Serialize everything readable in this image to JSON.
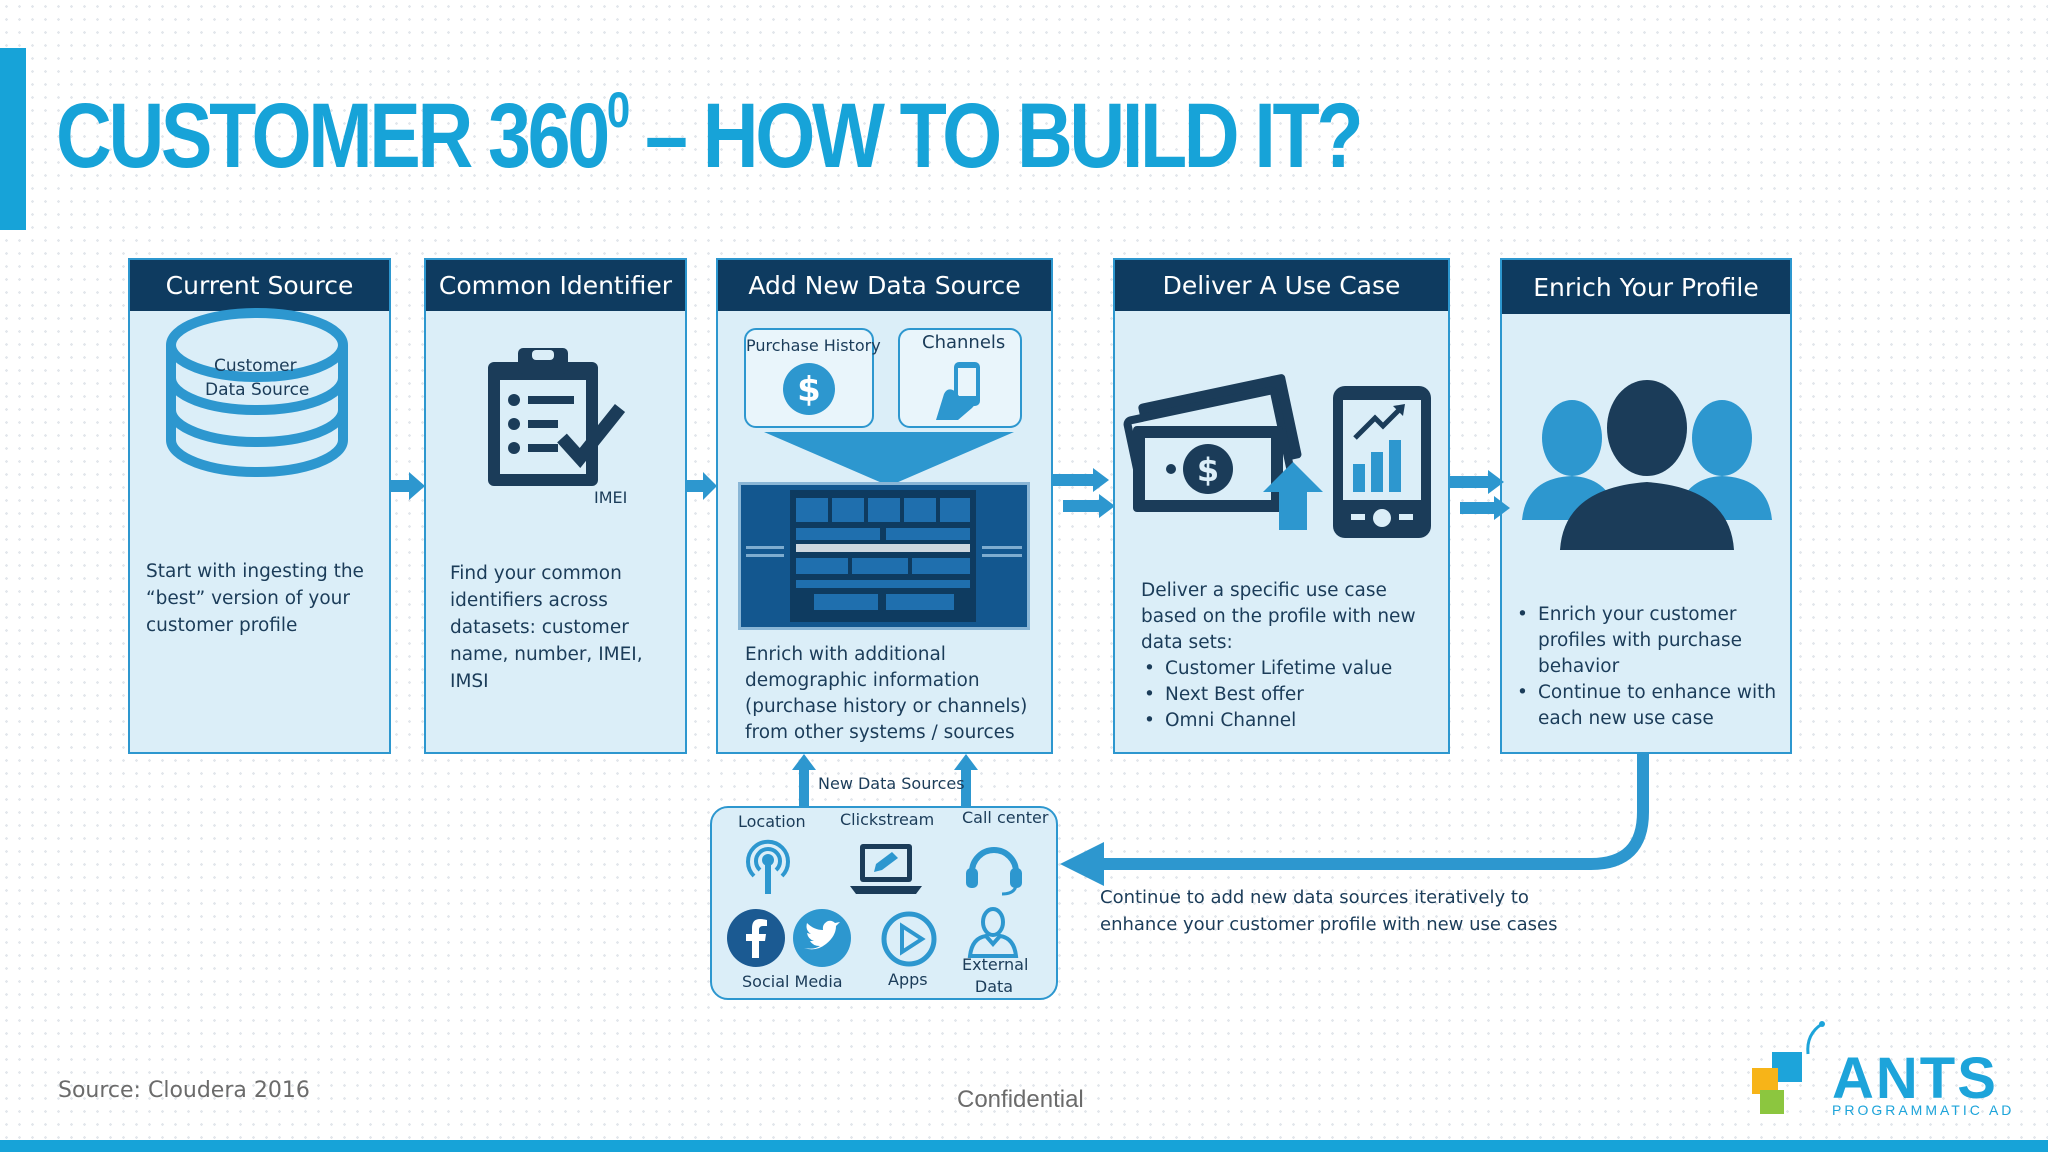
{
  "title": {
    "main": "CUSTOMER 360",
    "superscript": "0",
    "rest": " – HOW TO BUILD IT?"
  },
  "columns": [
    {
      "header": "Current Source",
      "icon_label": [
        "Customer",
        "Data Source"
      ],
      "text": "Start with ingesting the “best” version of your customer profile"
    },
    {
      "header": "Common Identifier",
      "icon_label": "IMEI",
      "text": "Find your common identifiers across datasets: customer name, number, IMEI, IMSI"
    },
    {
      "header": "Add New Data Source",
      "sub_boxes": [
        "Purchase History",
        "Channels"
      ],
      "text": "Enrich with additional demographic information (purchase history or channels) from other systems / sources"
    },
    {
      "header": "Deliver A Use Case",
      "text": "Deliver a specific use case based on the profile with new data sets:",
      "bullets": [
        "Customer Lifetime value",
        "Next Best offer",
        "Omni Channel"
      ]
    },
    {
      "header": "Enrich Your Profile",
      "bullets": [
        "Enrich your customer profiles with purchase behavior",
        "Continue to enhance with each new use case"
      ]
    }
  ],
  "new_sources": {
    "label": "New Data Sources",
    "items": [
      "Location",
      "Clickstream",
      "Call center",
      "Social Media",
      "Apps",
      "External Data"
    ]
  },
  "loop_text": "Continue to add new data sources iteratively to enhance your customer profile with new use cases",
  "footer": {
    "source": "Source: Cloudera 2016",
    "confidential": "Confidential"
  },
  "logo": {
    "name": "ANTS",
    "tagline": "PROGRAMMATIC AD"
  },
  "colors": {
    "accent": "#17a3d8",
    "header_navy": "#0e3b60",
    "box_fill": "#dbeef8",
    "icon_blue": "#2d97cf"
  }
}
